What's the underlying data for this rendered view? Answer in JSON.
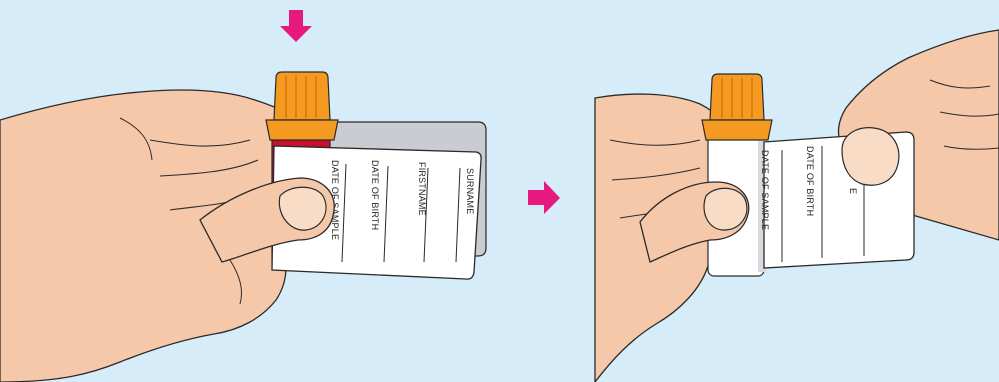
{
  "colors": {
    "background": "#d6ecf8",
    "skin": "#f6c8aa",
    "skin_outline": "#2a2a2a",
    "cap_orange": "#f59a20",
    "cap_orange_dark": "#e07f10",
    "tube_red": "#c8102e",
    "label_white": "#ffffff",
    "label_shadow": "#c9ccd0",
    "arrow_pink": "#e6197e"
  },
  "icons": [
    "down-arrow-icon",
    "right-arrow-icon"
  ],
  "left_label": {
    "fields": [
      "SURNAME",
      "FIRSTNAME",
      "DATE OF BIRTH",
      "DATE OF SAMPLE"
    ]
  },
  "right_label": {
    "fields": [
      "E",
      "DATE OF BIRTH",
      "DATE OF SAMPLE"
    ]
  }
}
